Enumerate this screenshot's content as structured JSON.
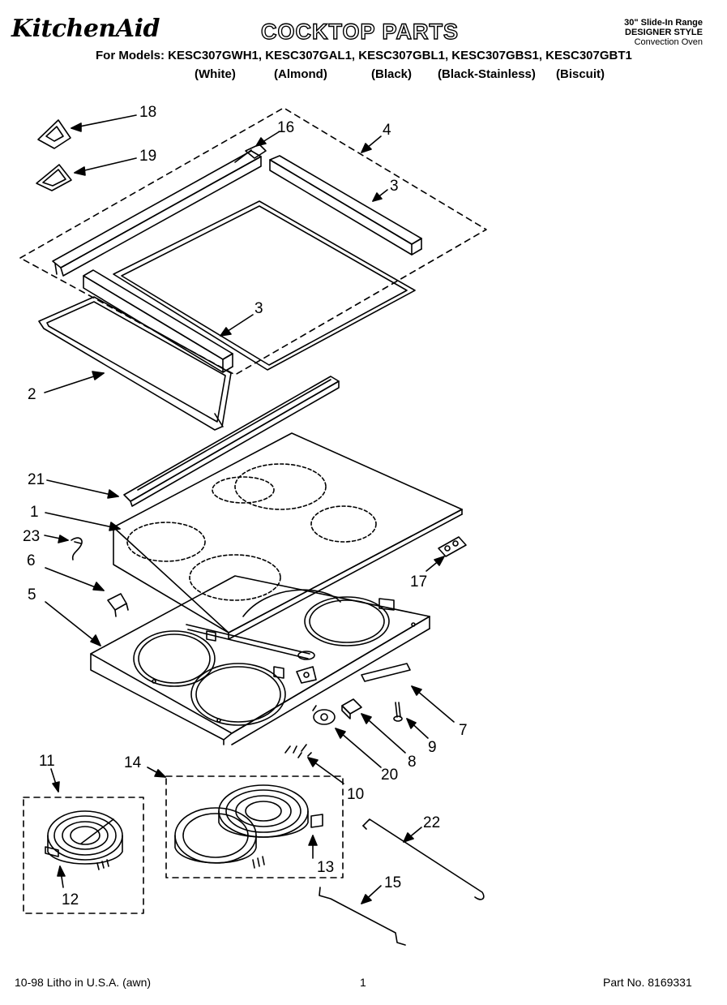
{
  "header": {
    "brand": "KitchenAid",
    "title": "COCKTOP PARTS",
    "top_right_line1": "30\" Slide-In Range",
    "top_right_line2": "DESIGNER STYLE",
    "top_right_line3": "Convection Oven"
  },
  "models": {
    "line": "For Models: KESC307GWH1, KESC307GAL1, KESC307GBL1, KESC307GBS1, KESC307GBT1",
    "colors": [
      "(White)",
      "(Almond)",
      "(Black)",
      "(Black-Stainless)",
      "(Biscuit)"
    ]
  },
  "callouts": [
    "1",
    "2",
    "3",
    "3",
    "4",
    "5",
    "6",
    "7",
    "8",
    "9",
    "10",
    "11",
    "12",
    "13",
    "14",
    "15",
    "16",
    "17",
    "18",
    "19",
    "20",
    "21",
    "22",
    "23"
  ],
  "footer": {
    "left": "10-98 Litho in U.S.A. (awn)",
    "page": "1",
    "part_no": "Part No. 8169331"
  }
}
